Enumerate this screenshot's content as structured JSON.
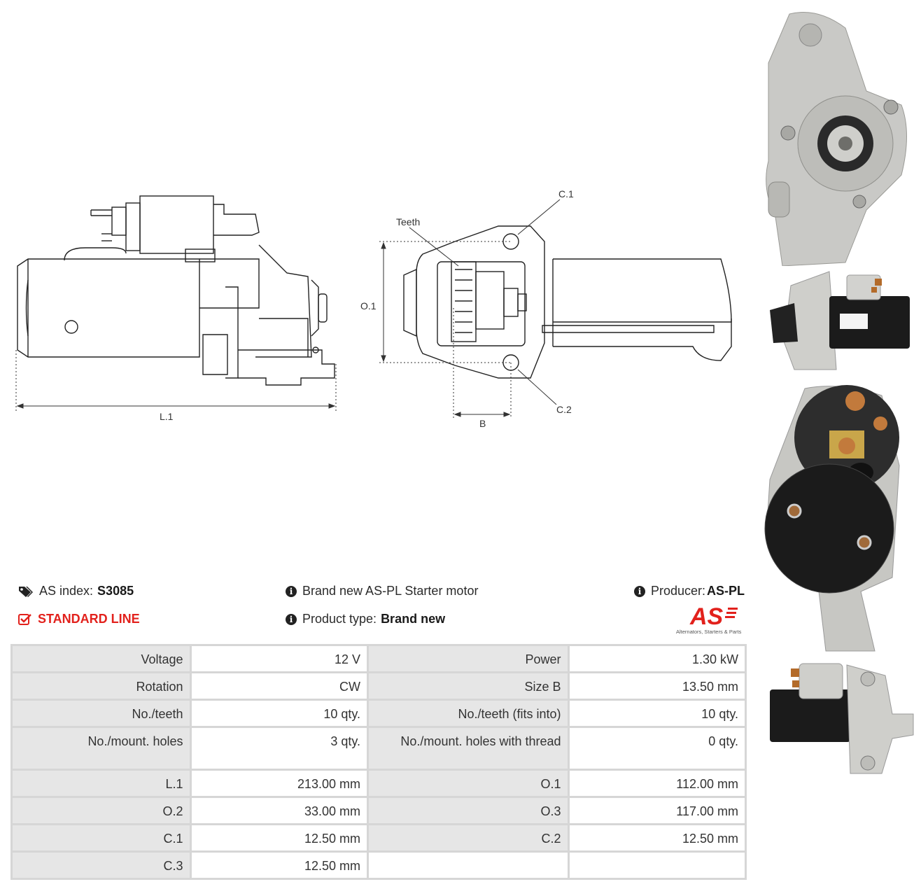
{
  "diagram": {
    "labels": {
      "l1": "L.1",
      "o1": "O.1",
      "b": "B",
      "c1": "C.1",
      "c2": "C.2",
      "teeth": "Teeth"
    }
  },
  "info": {
    "as_index_label": "AS index:",
    "as_index_value": "S3085",
    "line": "STANDARD LINE",
    "description": "Brand new AS-PL Starter motor",
    "product_type_label": "Product type:",
    "product_type_value": "Brand new",
    "producer_label": "Producer:",
    "producer_value": "AS-PL"
  },
  "logo": {
    "mark": "AS",
    "tagline": "Alternators, Starters & Parts"
  },
  "specs": [
    {
      "l1": "Voltage",
      "v1": "12 V",
      "l2": "Power",
      "v2": "1.30 kW"
    },
    {
      "l1": "Rotation",
      "v1": "CW",
      "l2": "Size B",
      "v2": "13.50 mm"
    },
    {
      "l1": "No./teeth",
      "v1": "10 qty.",
      "l2": "No./teeth (fits into)",
      "v2": "10 qty."
    },
    {
      "l1": "No./mount. holes",
      "v1": "3 qty.",
      "l2": "No./mount. holes with thread",
      "v2": "0 qty."
    },
    {
      "l1": "L.1",
      "v1": "213.00 mm",
      "l2": "O.1",
      "v2": "112.00 mm"
    },
    {
      "l1": "O.2",
      "v1": "33.00 mm",
      "l2": "O.3",
      "v2": "117.00 mm"
    },
    {
      "l1": "C.1",
      "v1": "12.50 mm",
      "l2": "C.2",
      "v2": "12.50 mm"
    },
    {
      "l1": "C.3",
      "v1": "12.50 mm",
      "l2": "",
      "v2": ""
    }
  ],
  "colors": {
    "accent": "#e2211c",
    "label_cell": "#e6e6e6",
    "border": "#d6d6d6",
    "motor_black": "#1b1b1b",
    "aluminium": "#c9c9c6"
  }
}
